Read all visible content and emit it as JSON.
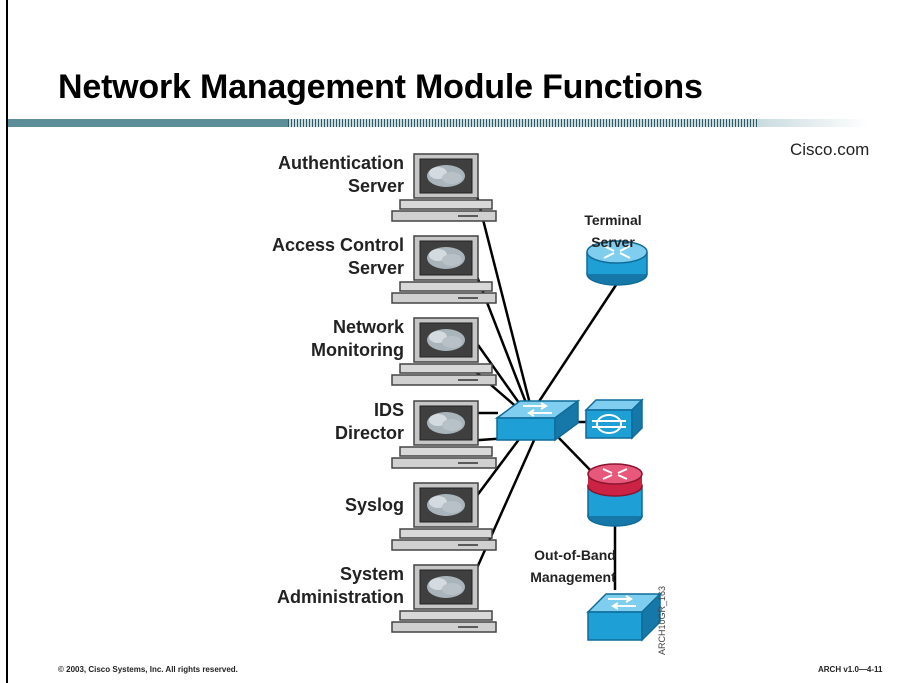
{
  "slide": {
    "title": "Network Management Module Functions",
    "brand": "Cisco.com",
    "footer_left": "© 2003, Cisco Systems, Inc. All rights reserved.",
    "footer_right": "ARCH v1.0—4-11",
    "figure_code": "ARCH10GR_163"
  },
  "servers": [
    {
      "line1": "Authentication",
      "line2": "Server"
    },
    {
      "line1": "Access Control",
      "line2": "Server"
    },
    {
      "line1": "Network",
      "line2": "Monitoring"
    },
    {
      "line1": "IDS",
      "line2": "Director"
    },
    {
      "line1": "Syslog",
      "line2": ""
    },
    {
      "line1": "System",
      "line2": "Administration"
    }
  ],
  "devices": {
    "terminal_line1": "Terminal",
    "terminal_line2": "Server",
    "oob_line1": "Out-of-Band",
    "oob_line2": "Management"
  },
  "colors": {
    "device_blue": "#1e9fd6",
    "router_red": "#cc2244",
    "monitor_frame": "#c6c6c6",
    "screen_bg": "#3f3f3f",
    "accent_bar": "#5b8e98"
  }
}
